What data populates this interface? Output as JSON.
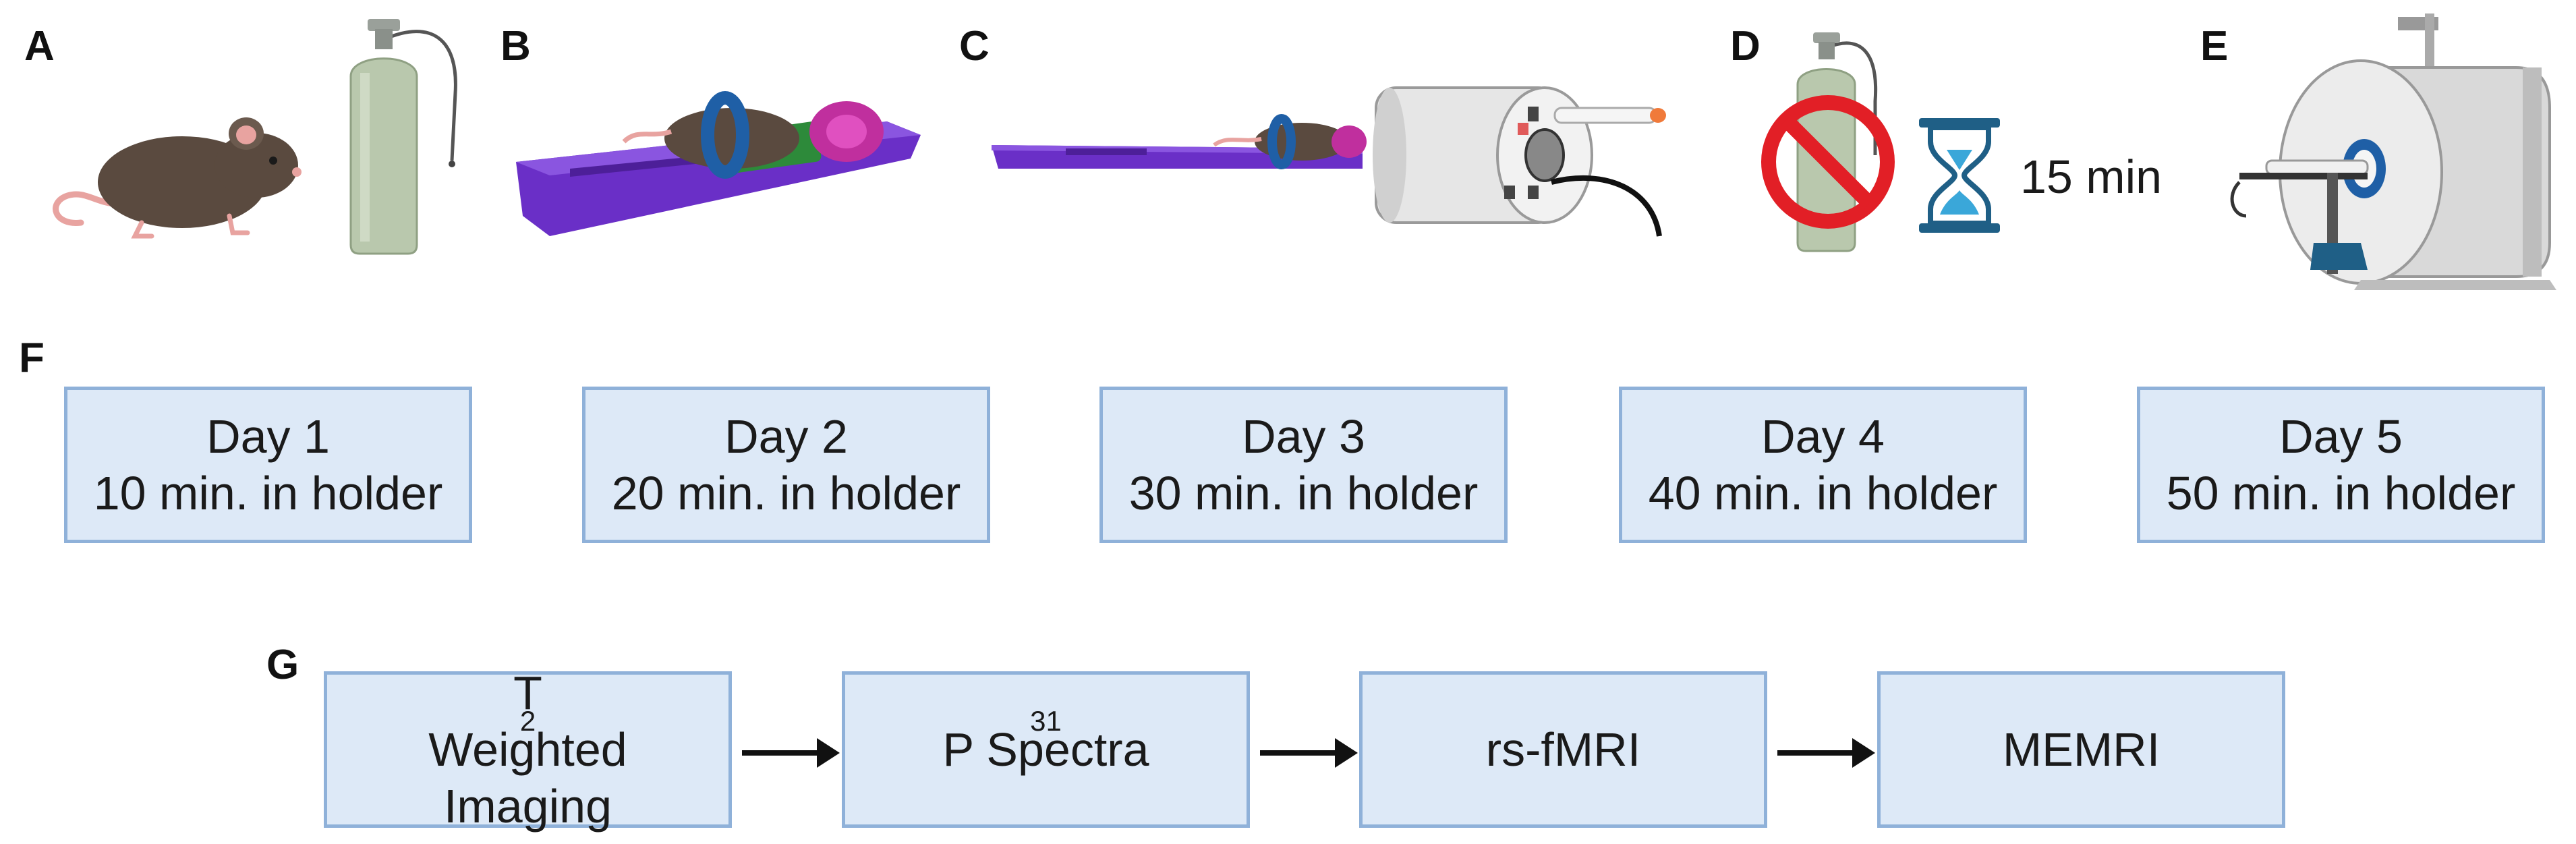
{
  "panels": {
    "a": "A",
    "b": "B",
    "c": "C",
    "d": "D",
    "e": "E",
    "f": "F",
    "g": "G"
  },
  "acclimation_timer": "15 min",
  "days": [
    {
      "day": "Day 1",
      "duration": "10 min. in holder"
    },
    {
      "day": "Day 2",
      "duration": "20 min. in holder"
    },
    {
      "day": "Day 3",
      "duration": "30 min. in holder"
    },
    {
      "day": "Day 4",
      "duration": "40 min. in holder"
    },
    {
      "day": "Day 5",
      "duration": "50 min. in holder"
    }
  ],
  "protocol": {
    "step1_pre": "T",
    "step1_sub": "2",
    "step1_post": " Weighted",
    "step1_line2": "Imaging",
    "step2_sup": "31",
    "step2_text": "P Spectra",
    "step3": "rs-fMRI",
    "step4": "MEMRI"
  },
  "colors": {
    "box_fill": "#dde9f7",
    "box_border": "#8fb1d9",
    "holder": "#6a2fc7",
    "mouse": "#5a4a3f",
    "cylinder": "#b9c8ad",
    "no_sign": "#e21f26",
    "hourglass": "#1f5f86"
  }
}
